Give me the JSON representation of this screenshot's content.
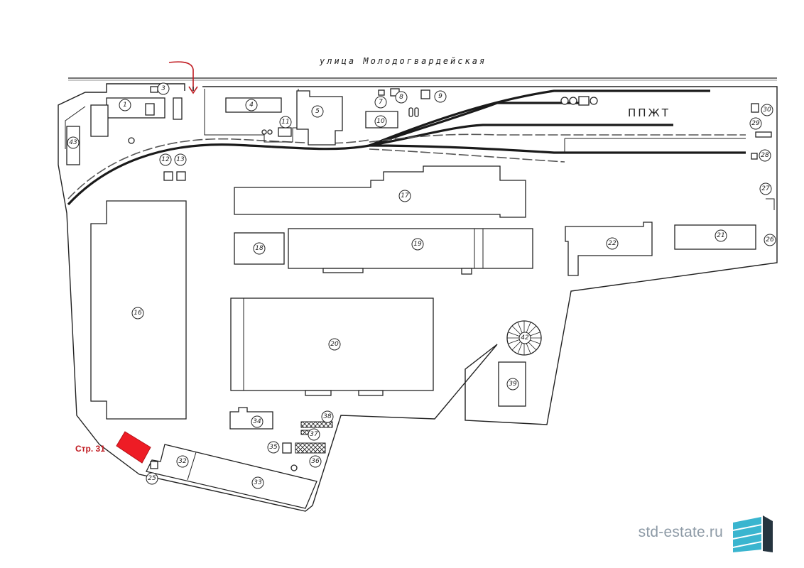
{
  "map": {
    "street_label": "улица Молодогвардейская",
    "zone_label": "ППЖТ",
    "highlight_label": "Стр. 31",
    "highlight_color": "#ee1c25",
    "arrow_color": "#c0191f",
    "buildings": [
      {
        "id": "b1",
        "number": "1"
      },
      {
        "id": "b3",
        "number": "3"
      },
      {
        "id": "b4",
        "number": "4"
      },
      {
        "id": "b5",
        "number": "5"
      },
      {
        "id": "b7",
        "number": "7"
      },
      {
        "id": "b8",
        "number": "8"
      },
      {
        "id": "b9",
        "number": "9"
      },
      {
        "id": "b10",
        "number": "10"
      },
      {
        "id": "b11",
        "number": "11"
      },
      {
        "id": "b12",
        "number": "12"
      },
      {
        "id": "b13",
        "number": "13"
      },
      {
        "id": "b16",
        "number": "16"
      },
      {
        "id": "b17",
        "number": "17"
      },
      {
        "id": "b18",
        "number": "18"
      },
      {
        "id": "b19",
        "number": "19"
      },
      {
        "id": "b20",
        "number": "20"
      },
      {
        "id": "b21",
        "number": "21"
      },
      {
        "id": "b22",
        "number": "22"
      },
      {
        "id": "b25",
        "number": "25"
      },
      {
        "id": "b26",
        "number": "26"
      },
      {
        "id": "b27",
        "number": "27"
      },
      {
        "id": "b28",
        "number": "28"
      },
      {
        "id": "b29",
        "number": "29"
      },
      {
        "id": "b30",
        "number": "30"
      },
      {
        "id": "b32",
        "number": "32"
      },
      {
        "id": "b33",
        "number": "33"
      },
      {
        "id": "b34",
        "number": "34"
      },
      {
        "id": "b35",
        "number": "35"
      },
      {
        "id": "b36",
        "number": "36"
      },
      {
        "id": "b37",
        "number": "37"
      },
      {
        "id": "b38",
        "number": "38"
      },
      {
        "id": "b39",
        "number": "39"
      },
      {
        "id": "b42",
        "number": "42"
      },
      {
        "id": "b43",
        "number": "43"
      }
    ]
  },
  "brand": {
    "site": "std-estate.ru",
    "logo_color": "#3ab5cf",
    "logo_dark": "#25343f"
  }
}
